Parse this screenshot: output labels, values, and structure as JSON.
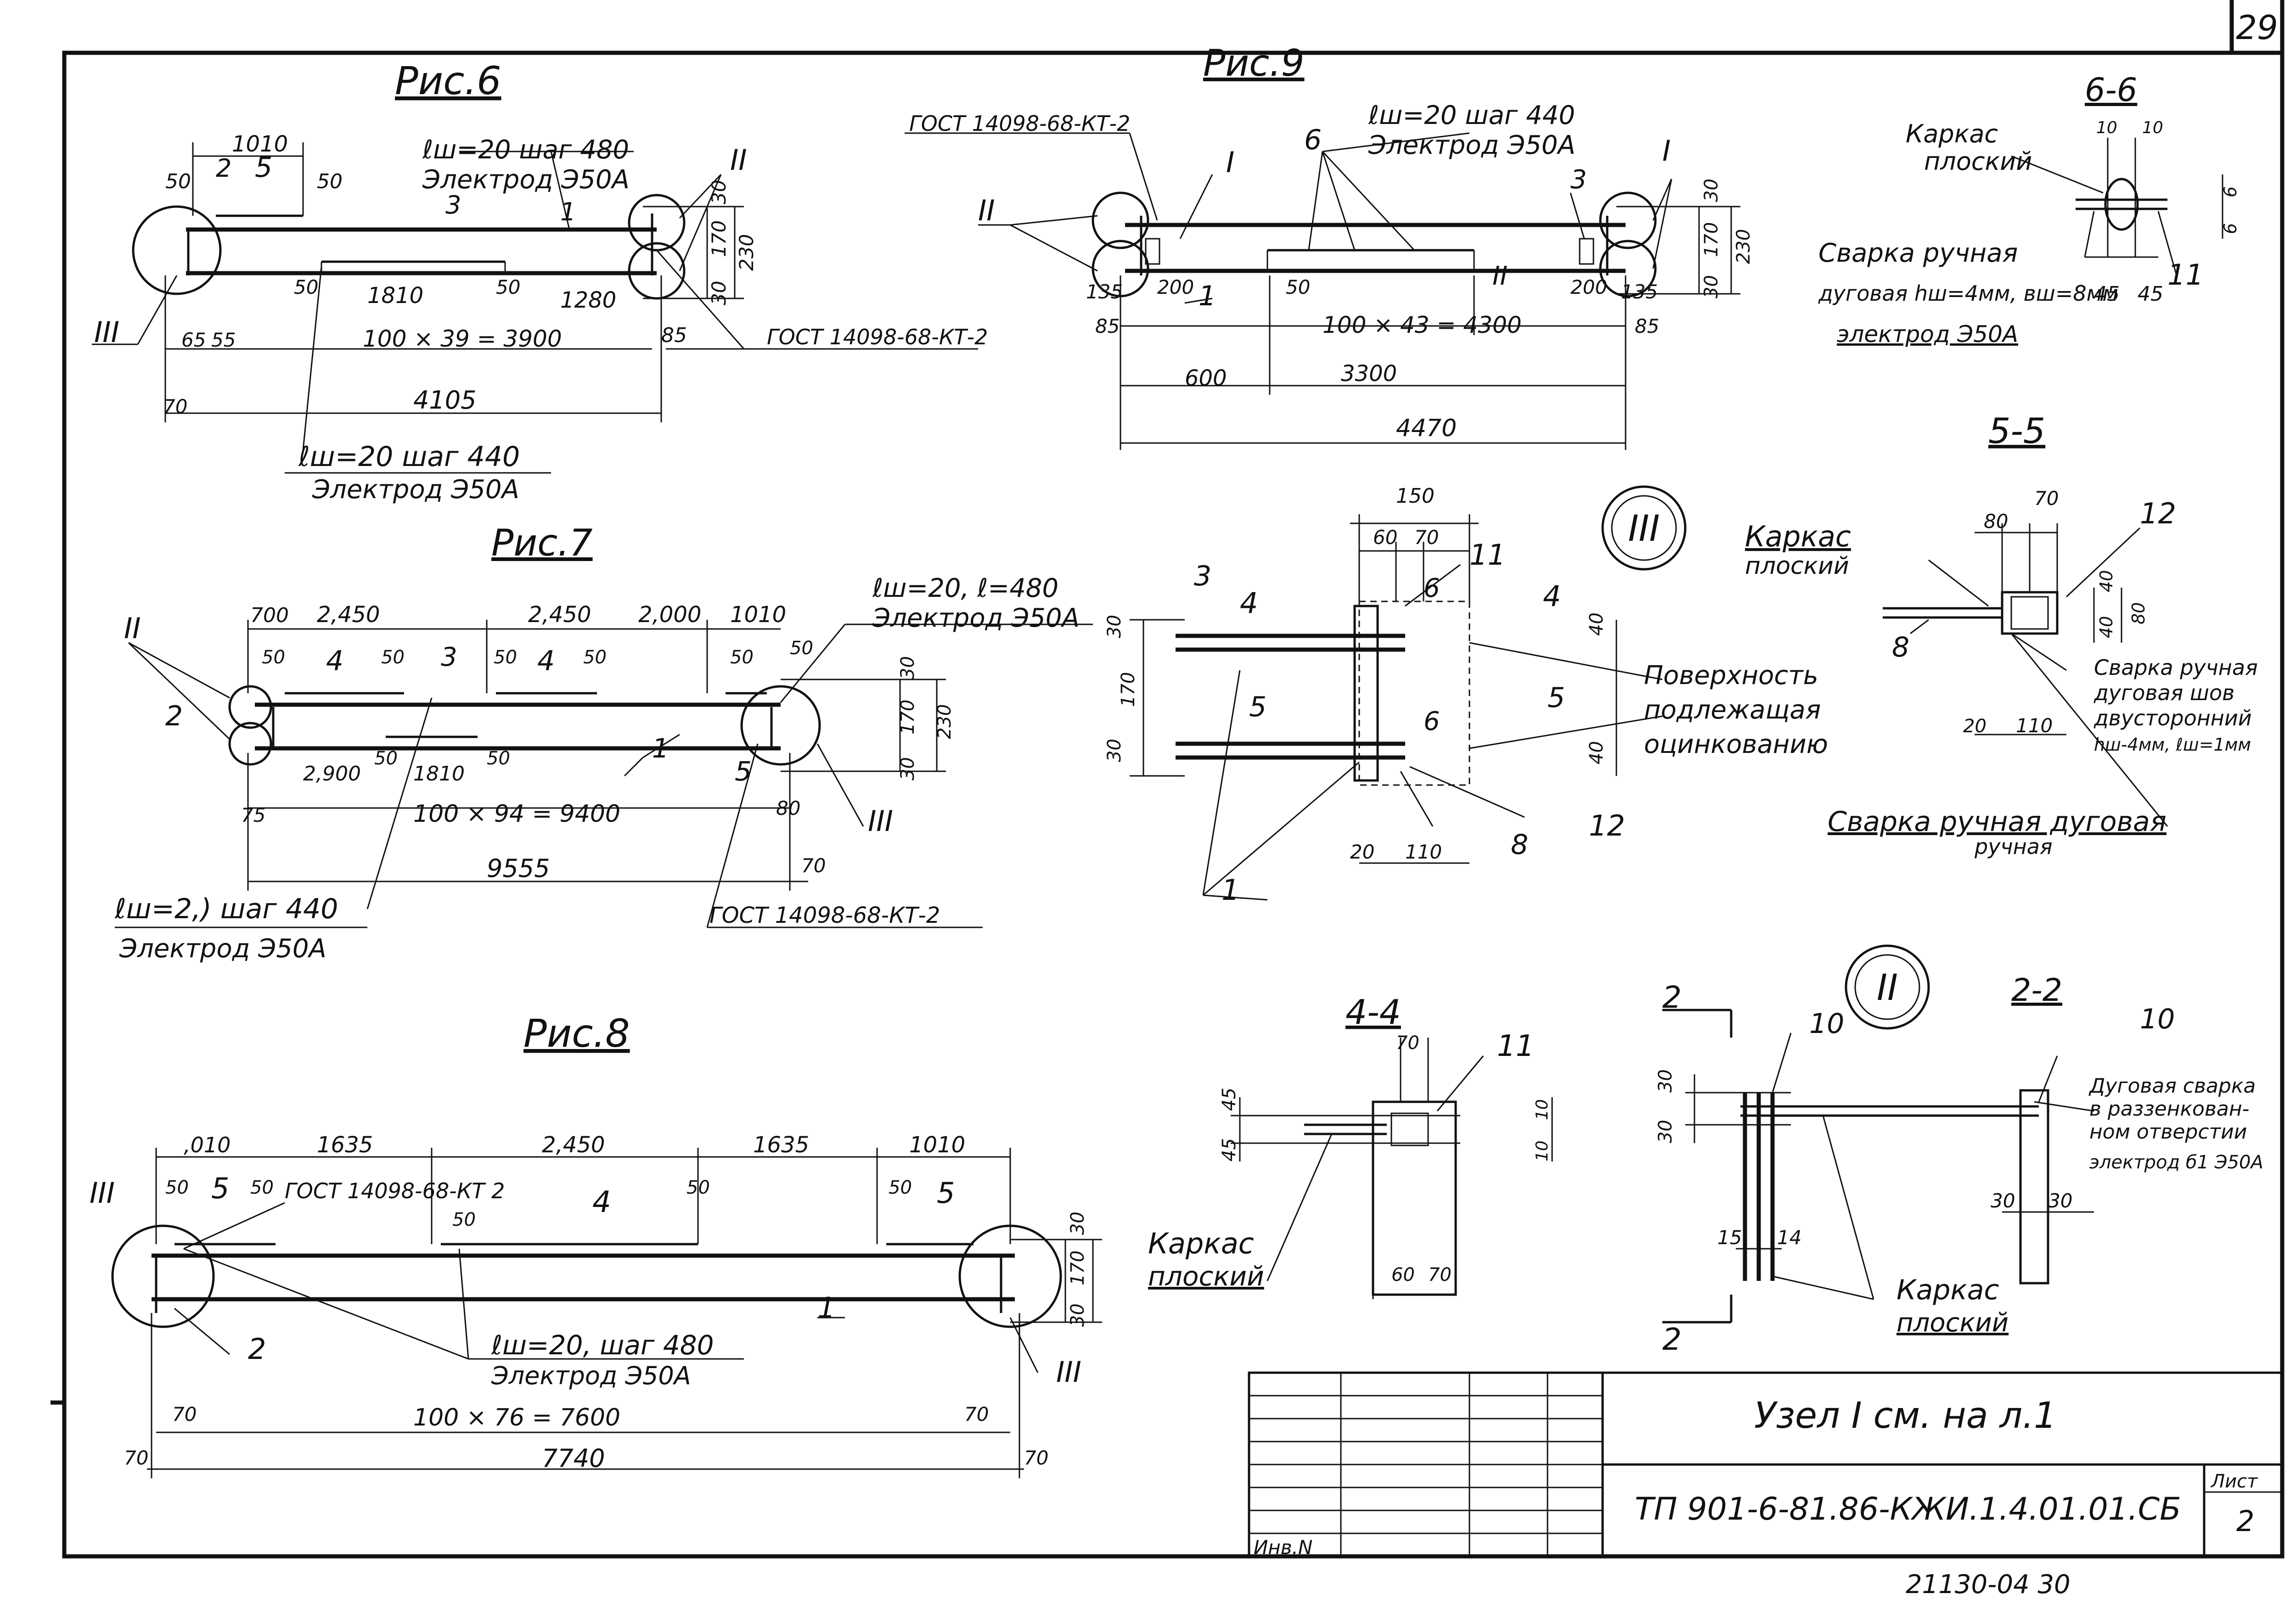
{
  "page_number": "29",
  "fig6": {
    "title": "Рис.6",
    "d_top": "1010",
    "d_50a": "50",
    "m2": "2",
    "m5": "5",
    "d_50b": "50",
    "weld_top_1": "ℓш=20 шаг 480",
    "weld_top_2": "Электрод Э50А",
    "m3": "3",
    "m1": "1",
    "n2": "II",
    "d_30a": "30",
    "d_170": "170",
    "d_230": "230",
    "d_30b": "30",
    "d_50c": "50",
    "d_1810": "1810",
    "d_50d": "50",
    "d_1280": "1280",
    "d_65": "65",
    "d_55": "55",
    "d_mid": "100 × 39 = 3900",
    "d_85": "85",
    "gost": "ГОСТ 14098-68-КТ-2",
    "n3": "III",
    "d_70": "70",
    "d_total": "4105",
    "weld_bot_1": "ℓш=20 шаг 440",
    "weld_bot_2": "Электрод Э50А"
  },
  "fig9": {
    "title": "Рис.9",
    "gost": "ГОСТ 14098-68-КТ-2",
    "n1a": "I",
    "m6": "6",
    "weld_1": "ℓш=20 шаг 440",
    "weld_2": "Электрод Э50А",
    "n1b": "I",
    "m3": "3",
    "n2a": "II",
    "d_30a": "30",
    "d_170": "170",
    "d_230": "230",
    "d_30b": "30",
    "d_135a": "135",
    "d_200a": "200",
    "m1": "1",
    "d_50": "50",
    "n2b": "II",
    "d_200b": "200",
    "d_135b": "135",
    "d_85a": "85",
    "d_mid": "100 × 43 = 4300",
    "d_85b": "85",
    "d_600": "600",
    "d_3300": "3300",
    "d_total": "4470"
  },
  "sec66": {
    "title": "6-6",
    "karkas_1": "Каркас",
    "karkas_2": "плоский",
    "d_10a": "10",
    "d_10b": "10",
    "d_6a": "6",
    "d_6b": "6",
    "weld_1": "Сварка ручная",
    "weld_2": "дуговая hш=4мм, вш=8мм",
    "d_45a": "45",
    "d_45b": "45",
    "m11": "11",
    "electrode": "электрод Э50А"
  },
  "fig7": {
    "title": "Рис.7",
    "d_700": "700",
    "d_2450a": "2,450",
    "d_2450b": "2,450",
    "d_2000": "2,000",
    "d_1010": "1010",
    "weld_top_1": "ℓш=20, ℓ=480",
    "weld_top_2": "Электрод Э50А",
    "n2": "II",
    "d_50a": "50",
    "m4a": "4",
    "d_50b": "50",
    "m3": "3",
    "d_50c": "50",
    "m4b": "4",
    "d_50d": "50",
    "d_50e": "50",
    "d_50f": "50",
    "m2": "2",
    "d_30a": "30",
    "d_170": "170",
    "d_230": "230",
    "d_30b": "30",
    "d_2900": "2,900",
    "d_50g": "50",
    "d_1810": "1810",
    "d_50h": "50",
    "m1": "1",
    "m5": "5",
    "d_75": "75",
    "d_mid": "100 × 94 = 9400",
    "d_80": "80",
    "n3": "III",
    "d_total": "9555",
    "d_70": "70",
    "weld_bot_1": "ℓш=2,) шаг 440",
    "weld_bot_2": "Электрод Э50А",
    "gost": "ГОСТ 14098-68-КТ-2"
  },
  "node3": {
    "label": "III",
    "d_150": "150",
    "d_60": "60",
    "d_70": "70",
    "m3": "3",
    "m4a": "4",
    "s6a": "6",
    "m11": "11",
    "m4b": "4",
    "d_30a": "30",
    "d_40a": "40",
    "d_170": "170",
    "m5a": "5",
    "s6b": "6",
    "m5b": "5",
    "d_30b": "30",
    "d_40b": "40",
    "surf_1": "Поверхность",
    "surf_2": "подлежащая",
    "surf_3": "оцинкованию",
    "d_20": "20",
    "d_110": "110",
    "m8": "8",
    "m12": "12",
    "m1": "1"
  },
  "sec55": {
    "title": "5-5",
    "karkas_1": "Каркас",
    "karkas_2": "плоский",
    "d_80a": "80",
    "d_70": "70",
    "m12": "12",
    "d_40a": "40",
    "d_80b": "80",
    "d_40b": "40",
    "m8": "8",
    "weld_1": "Сварка ручная",
    "weld_2": "дуговая шов",
    "weld_3": "двусторонний",
    "weld_4": "hш-4мм, ℓш=1мм",
    "d_20": "20",
    "d_110": "110",
    "weld2_1": "Сварка ручная дуговая",
    "weld2_2": "ручная"
  },
  "fig8": {
    "title": "Рис.8",
    "d_010": ",010",
    "d_1635a": "1635",
    "d_2450": "2,450",
    "d_1635b": "1635",
    "d_1010": "1010",
    "n3a": "III",
    "d_50a": "50",
    "m5a": "5",
    "d_50b": "50",
    "gost": "ГОСТ 14098-68-КТ 2",
    "d_50c": "50",
    "m4": "4",
    "d_50d": "50",
    "d_50e": "50",
    "m5b": "5",
    "d_30a": "30",
    "d_170": "170",
    "d_30b": "30",
    "m1": "1",
    "m2": "2",
    "weld_1": "ℓш=20, шаг 480",
    "weld_2": "Электрод Э50А",
    "n3b": "III",
    "d_70a": "70",
    "d_mid": "100 × 76 = 7600",
    "d_70b": "70",
    "d_70c": "70",
    "d_total": "7740",
    "d_70d": "70"
  },
  "sec44": {
    "title": "4-4",
    "d_70a": "70",
    "m11": "11",
    "d_45a": "45",
    "d_45b": "45",
    "d_10a": "10",
    "d_10b": "10",
    "karkas_1": "Каркас",
    "karkas_2": "плоский",
    "d_60": "60",
    "d_70b": "70"
  },
  "node2": {
    "cut_a": "2",
    "m10a": "10",
    "label": "II",
    "title": "2-2",
    "m10b": "10",
    "d_30a": "30",
    "d_30b": "30",
    "weld_1": "Дуговая сварка",
    "weld_2": "в раззенкован-",
    "weld_3": "ном отверстии",
    "weld_4": "электрод б1 Э50А",
    "d_30c": "30",
    "d_30d": "30",
    "d_15": "15",
    "d_14": "14",
    "karkas_1": "Каркас",
    "karkas_2": "плоский",
    "cut_b": "2"
  },
  "note": "Узел I см. на л.1",
  "title_block": {
    "inv": "Инв.N",
    "code": "ТП 901-6-81.86-КЖИ.1.4.01.01.СБ",
    "sheet_label": "Лист",
    "sheet_no": "2"
  },
  "footer": "21130-04   30"
}
